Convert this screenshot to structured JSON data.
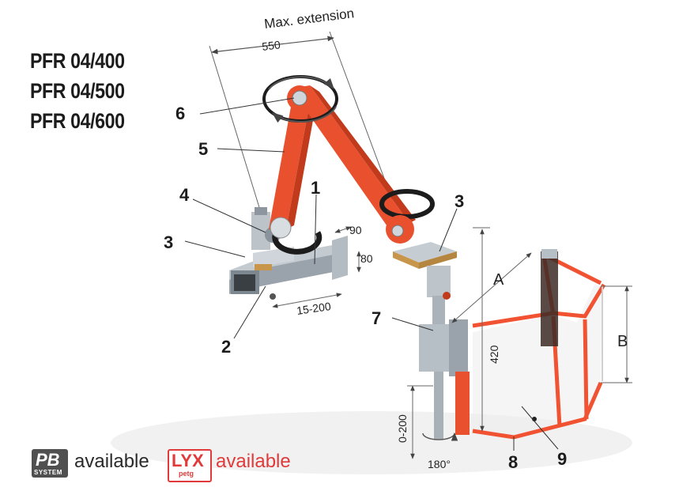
{
  "models": [
    "PFR 04/400",
    "PFR 04/500",
    "PFR 04/600"
  ],
  "dimensions": {
    "max_extension_label": "Max. extension",
    "max_extension_value": "550",
    "dim_90": "90",
    "dim_80": "80",
    "dim_15_200": "15-200",
    "dim_420": "420",
    "dim_0_200": "0-200",
    "rotation": "180°",
    "dim_a": "A",
    "dim_b": "B"
  },
  "callouts": [
    "1",
    "2",
    "3",
    "3",
    "4",
    "5",
    "6",
    "7",
    "8",
    "9"
  ],
  "footer": {
    "pb_badge_big": "PB",
    "pb_badge_small": "SYSTEM",
    "pb_text": "available",
    "lyx_badge_big": "LYX",
    "lyx_badge_small": "petg",
    "lyx_text": "available"
  },
  "colors": {
    "arm": "#e8502e",
    "arm_dark": "#c23a1c",
    "guard_frame": "#f05232",
    "steel": "#a9b2ba",
    "steel_dark": "#7f8a94",
    "brass": "#c8964a",
    "bearing": "#1c1c1c"
  }
}
